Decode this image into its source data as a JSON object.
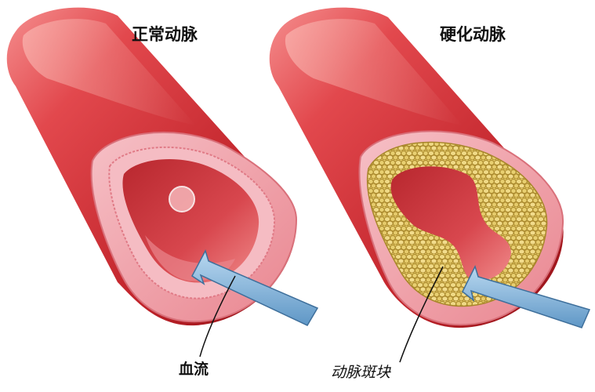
{
  "labels": {
    "normal_artery": "正常动脉",
    "hardened_artery": "硬化动脉",
    "blood_flow": "血流",
    "plaque": "动脉斑块"
  },
  "colors": {
    "vessel_dark": "#b0171d",
    "vessel_mid": "#d8333a",
    "vessel_light": "#f27d7d",
    "wall_pink": "#f3a3ab",
    "lumen": "#d1424a",
    "plaque_fill": "#e0c45c",
    "plaque_edge": "#a8862a",
    "arrow_fill": "#86b6dc",
    "arrow_edge": "#3e6f9b",
    "text": "#111111"
  },
  "icons": {
    "flow_arrow": "arrow-up-left-icon"
  }
}
